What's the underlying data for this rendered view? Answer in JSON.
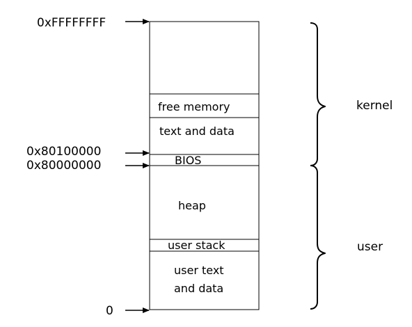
{
  "address_labels": {
    "top": "0xFFFFFFFF",
    "kern_base": "0x80100000",
    "kern_start": "0x80000000",
    "zero": "0"
  },
  "segments": {
    "free_memory": "free memory",
    "kernel_text_data": "text and data",
    "bios": "BIOS",
    "heap": "heap",
    "user_stack": "user stack",
    "user_text_line1": "user text",
    "user_text_line2": "and data"
  },
  "regions": {
    "kernel": "kernel",
    "user": "user"
  }
}
